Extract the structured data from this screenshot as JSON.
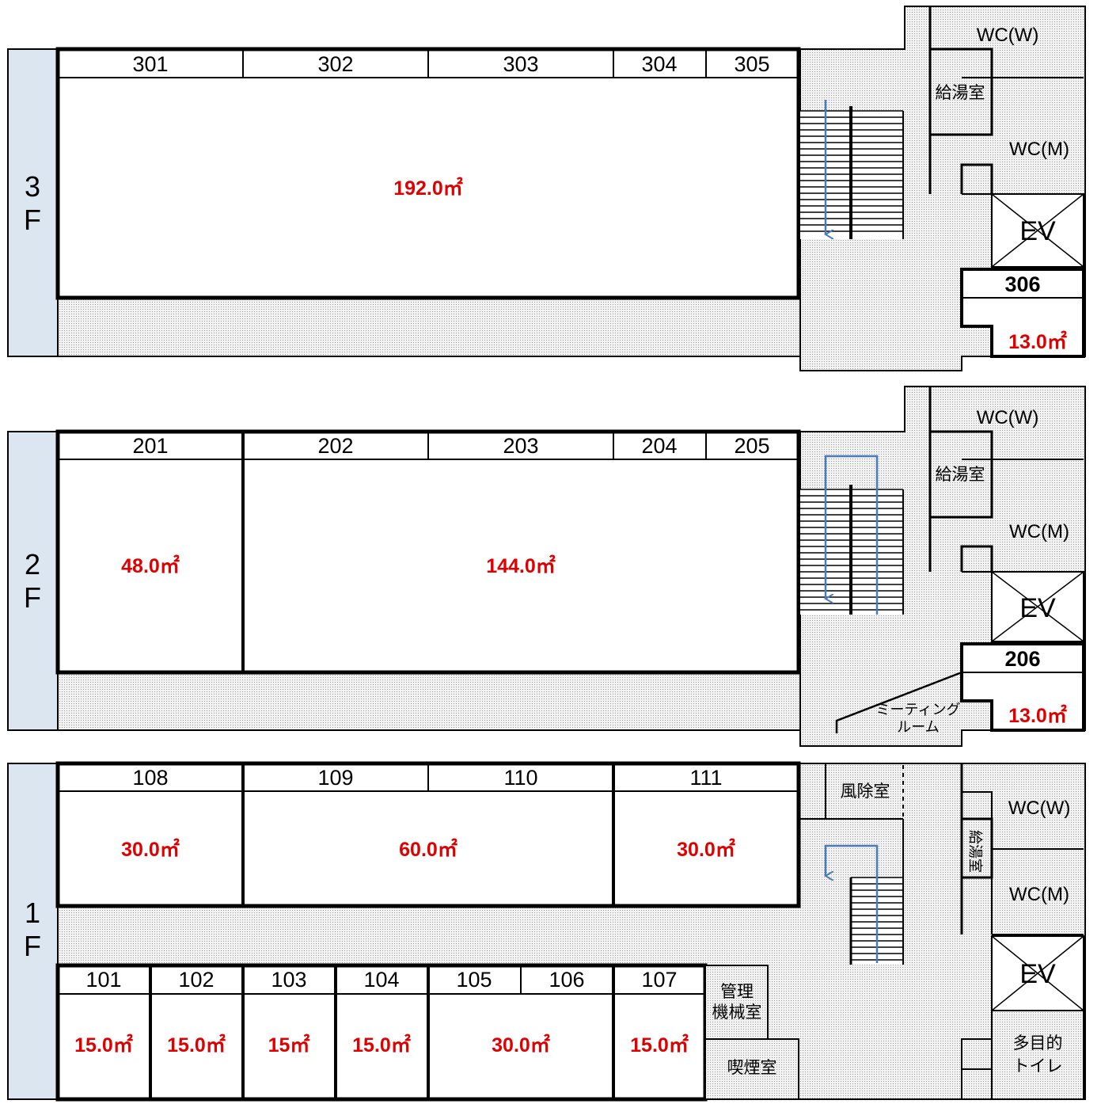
{
  "floors": {
    "f3": {
      "label_num": "3",
      "label_f": "F",
      "rooms": [
        "301",
        "302",
        "303",
        "304",
        "305"
      ],
      "areas": [
        "192.0㎡"
      ],
      "side_room": {
        "number": "306",
        "area": "13.0㎡"
      },
      "core": {
        "wc_w": "WC(W)",
        "kitchen": "給湯室",
        "wc_m": "WC(M)",
        "ev": "EV"
      }
    },
    "f2": {
      "label_num": "2",
      "label_f": "F",
      "rooms": [
        "201",
        "202",
        "203",
        "204",
        "205"
      ],
      "areas": [
        "48.0㎡",
        "144.0㎡"
      ],
      "side_room": {
        "number": "206",
        "area": "13.0㎡"
      },
      "meeting_room": [
        "ミーティング",
        "ルーム"
      ],
      "core": {
        "wc_w": "WC(W)",
        "kitchen": "給湯室",
        "wc_m": "WC(M)",
        "ev": "EV"
      }
    },
    "f1": {
      "label_num": "1",
      "label_f": "F",
      "north_rooms": [
        "108",
        "109",
        "110",
        "111"
      ],
      "north_areas": [
        "30.0㎡",
        "60.0㎡",
        "30.0㎡"
      ],
      "south_rooms": [
        "101",
        "102",
        "103",
        "104",
        "105",
        "106",
        "107"
      ],
      "south_areas": [
        "15.0㎡",
        "15.0㎡",
        "15㎡",
        "15.0㎡",
        "30.0㎡",
        "15.0㎡"
      ],
      "wind_room": "風除室",
      "mgmt_room": [
        "管理",
        "機械室"
      ],
      "smoking_room": "喫煙室",
      "multi_toilet": [
        "多目的",
        "トイレ"
      ],
      "core": {
        "wc_w": "WC(W)",
        "kitchen": "給湯室",
        "wc_m": "WC(M)",
        "ev": "EV"
      }
    }
  },
  "colors": {
    "area_text": "#e00000",
    "floor_label_bg": "#dce6f1",
    "stair_arrow": "#4a7ab8",
    "hatch": "#f0f0f0"
  }
}
